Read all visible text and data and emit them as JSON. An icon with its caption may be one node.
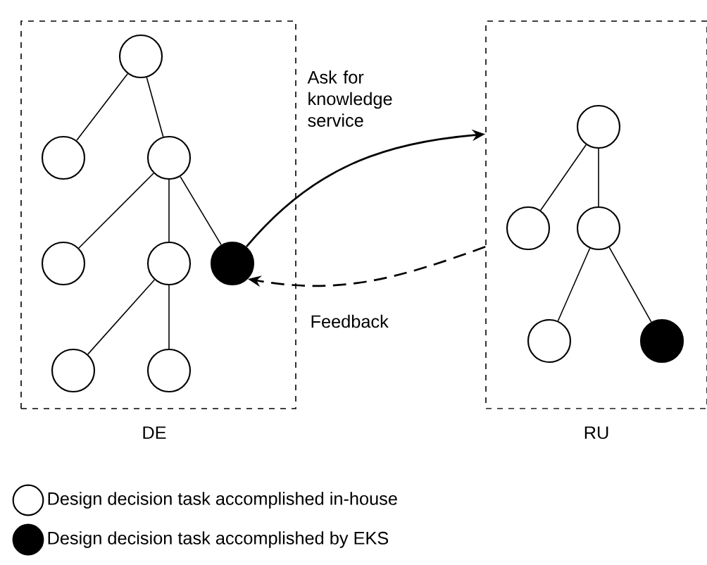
{
  "diagram": {
    "nodes": [
      {
        "text": [
          "DE"
        ]
      },
      {
        "text": [
          "RU"
        ]
      },
      {
        "text": [],
        "shape": "circle",
        "in": 0
      },
      {
        "text": [],
        "shape": "circle",
        "in": 0
      },
      {
        "text": [],
        "shape": "circle",
        "in": 0
      },
      {
        "text": [],
        "shape": "circle",
        "in": 0
      },
      {
        "text": [],
        "shape": "circle",
        "in": 0
      },
      {
        "text": [],
        "shape": "dot",
        "in": 0
      },
      {
        "text": [],
        "shape": "circle",
        "in": 0
      },
      {
        "text": [],
        "shape": "circle",
        "in": 0
      },
      {
        "text": [],
        "shape": "circle",
        "in": 1
      },
      {
        "text": [],
        "shape": "circle",
        "in": 1
      },
      {
        "text": [],
        "shape": "circle",
        "in": 1
      },
      {
        "text": [],
        "shape": "circle",
        "in": 1
      },
      {
        "text": [],
        "shape": "dot",
        "in": 1
      }
    ],
    "edges": [
      {
        "from": 2,
        "to": 3,
        "arrow": "none"
      },
      {
        "from": 2,
        "to": 4,
        "arrow": "none"
      },
      {
        "from": 4,
        "to": 5,
        "arrow": "none"
      },
      {
        "from": 4,
        "to": 6,
        "arrow": "none"
      },
      {
        "from": 4,
        "to": 7,
        "arrow": "none"
      },
      {
        "from": 6,
        "to": 8,
        "arrow": "none"
      },
      {
        "from": 6,
        "to": 9,
        "arrow": "none"
      },
      {
        "from": 10,
        "to": 11,
        "arrow": "none"
      },
      {
        "from": 10,
        "to": 12,
        "arrow": "none"
      },
      {
        "from": 12,
        "to": 13,
        "arrow": "none"
      },
      {
        "from": 12,
        "to": 14,
        "arrow": "none"
      },
      {
        "from": 7,
        "to": 1,
        "arrow": "to",
        "label": "Ask for knowledge service"
      },
      {
        "from": 1,
        "to": 7,
        "arrow": "to",
        "label": "Feedback",
        "style": "dashed"
      }
    ],
    "legend": [
      {
        "text": "Design decision task accomplished in-house"
      },
      {
        "text": "Design decision task accomplished by EKS"
      }
    ]
  }
}
